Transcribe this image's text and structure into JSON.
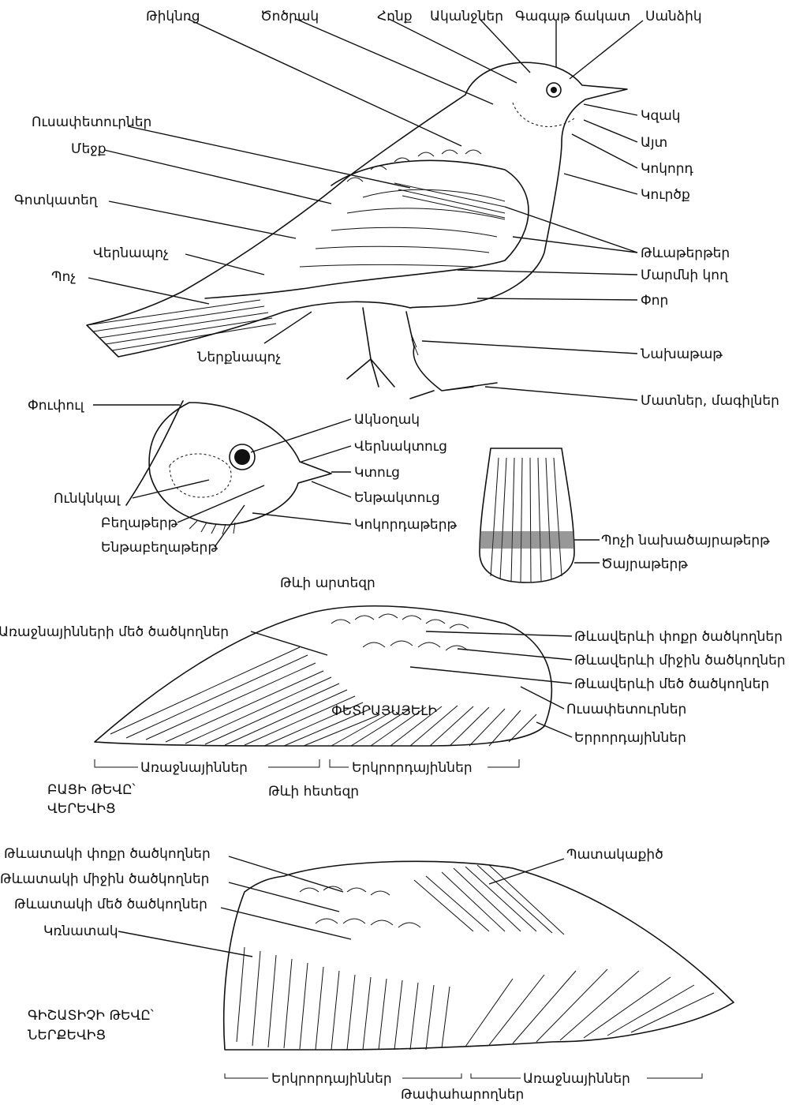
{
  "labels": {
    "p1": "Թիկնոց",
    "p2": "Ծոծրակ",
    "p3": "Հոնք",
    "p4": "Ականջներ",
    "p5": "Գագաթ ճակատ",
    "p6": "Սանձիկ",
    "p7": "Կզակ",
    "p8": "Այտ",
    "p9": "Կոկորդ",
    "p10": "Կուրծք",
    "p11": "Ուսափետուրներ",
    "p12": "Մեջք",
    "p13": "Գոտկատեղ",
    "p14": "Վերնապոչ",
    "p15": "Պոչ",
    "p16": "Ներքնապոչ",
    "p17": "Թևաթերթեր",
    "p18": "Մարմնի կող",
    "p19": "Փոր",
    "p20": "Նախաթաթ",
    "p21": "Մատներ, մագիլներ",
    "h1": "Փուփուլ",
    "h2": "Ակնօղակ",
    "h3": "Վերնակտուց",
    "h4": "Կտուց",
    "h5": "Ենթակտուց",
    "h6": "Ունկնկալ",
    "h7": "Կոկորդաթերթ",
    "h8": "Բեղաթերթ",
    "h9": "Ենթաբեղաթերթ",
    "head_caption": "Թևի արտեզր",
    "t1": "Պոչի նախածայրաթերթ",
    "t2": "Ծայրաթերթ",
    "w1": "Առաջնայինների մեծ ծածկողներ",
    "w2": "Թևավերևի փոքր ծածկողներ",
    "w3": "Թևավերևի միջին ծածկողներ",
    "w4": "Թևավերևի մեծ ծածկողներ",
    "w5": "Ուսափետուրներ",
    "w6": "Երրորդայիններ",
    "w7": "ՓԵՏՐԱՅԱՅԵԼԻ",
    "w8": "Առաջնայիններ",
    "w9": "Երկրորդայիններ",
    "w10": "Թևի հետեզր",
    "w11a": "ԲԱՑԻ ԹԵՎԸ՝",
    "w11b": "ՎԵՐԵՎԻՑ",
    "u1": "Թևատակի փոքր ծածկողներ",
    "u2": "Թևատակի միջին ծածկողներ",
    "u3": "Թևատակի մեծ ծածկողներ",
    "u4": "Կռնատակ",
    "u5": "Պատակաքիծ",
    "u6a": "ԳԻՇԱՏԻՉԻ ԹԵՎԸ՝",
    "u6b": "ՆԵՐՔԵՎԻՑ",
    "u7": "Երկրորդայիններ",
    "u8": "Առաջնայիններ",
    "u9": "Թափահարողներ"
  }
}
